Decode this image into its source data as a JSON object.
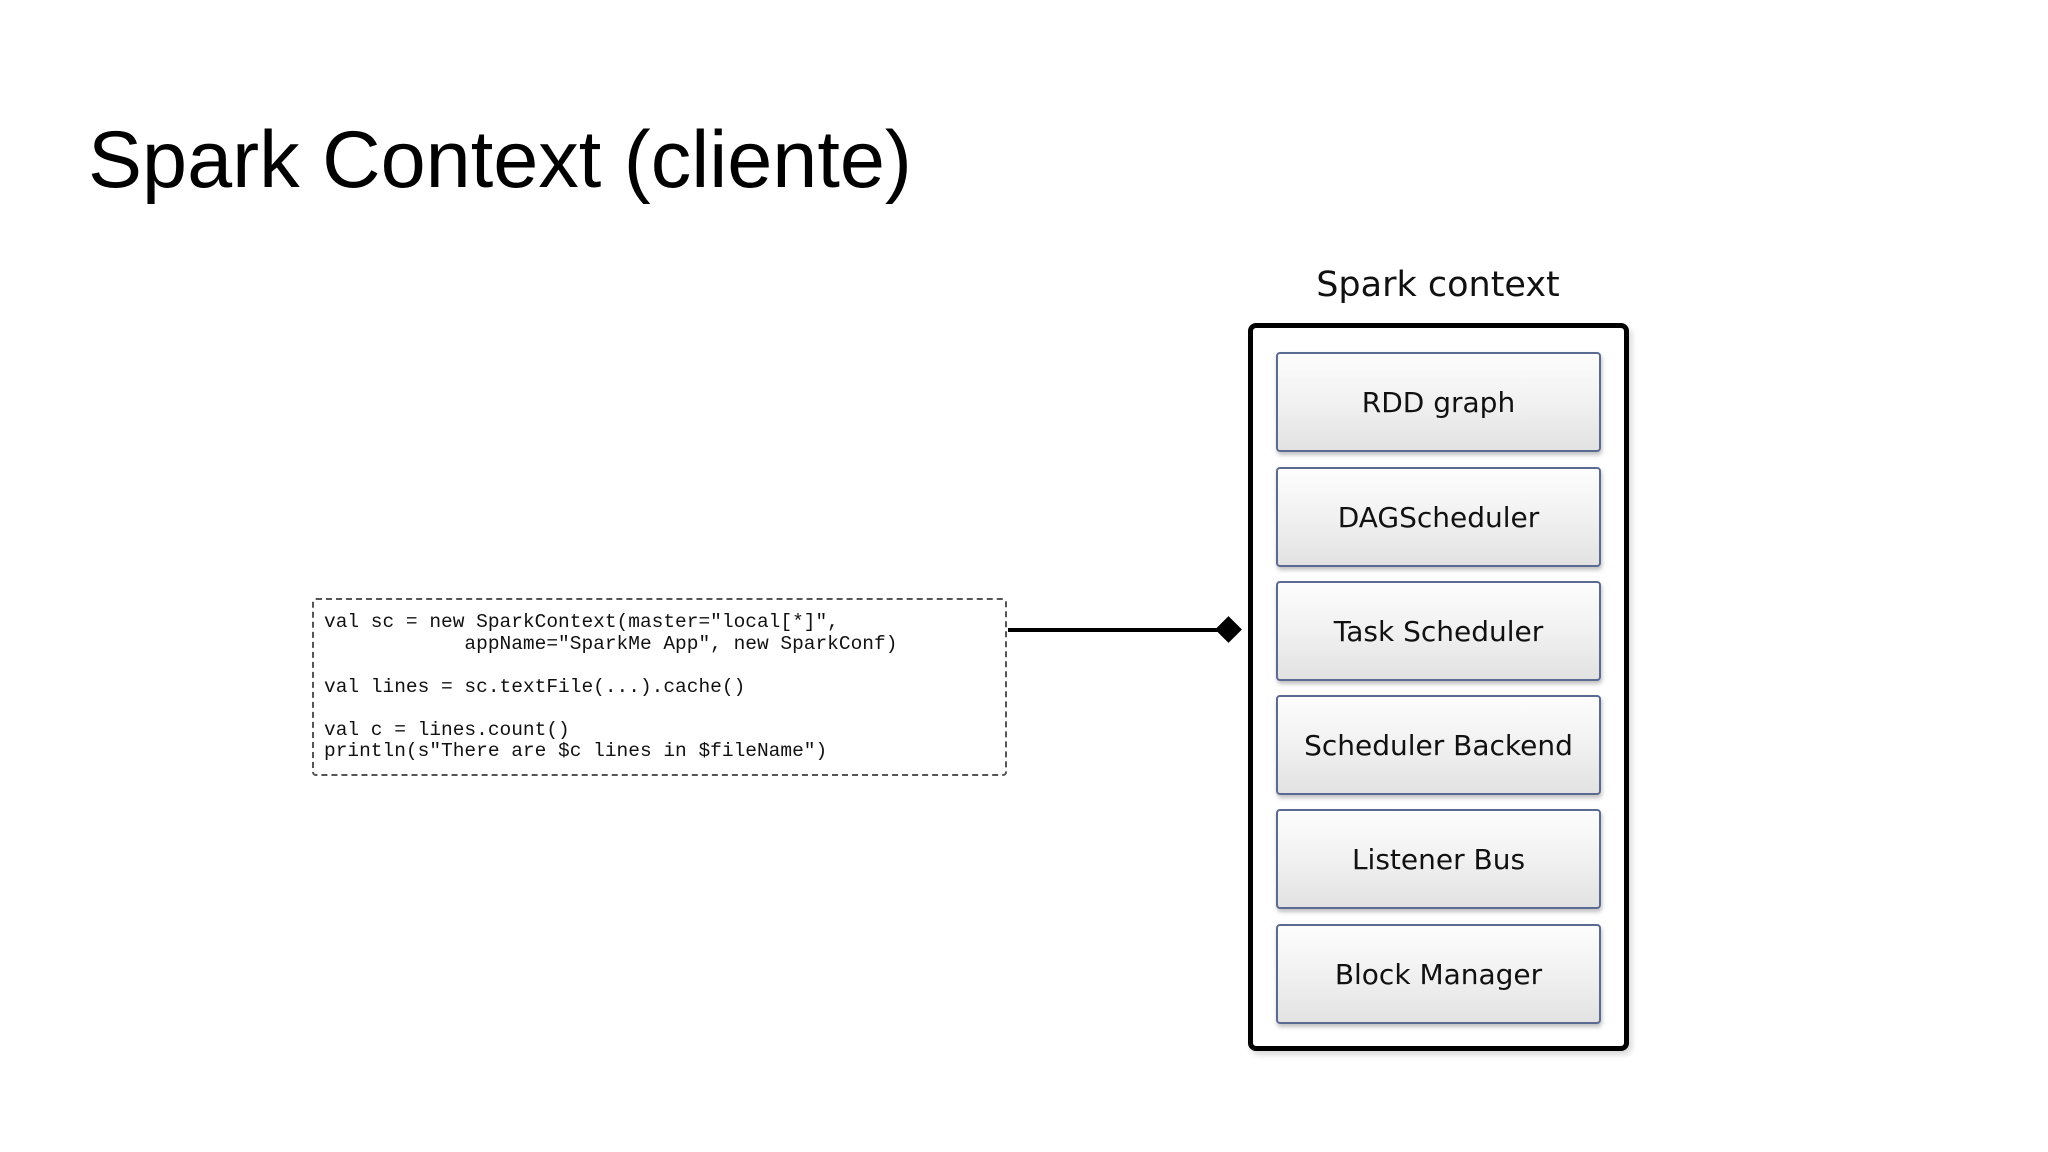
{
  "slide": {
    "title": "Spark Context (cliente)"
  },
  "code": {
    "lines": [
      "val sc = new SparkContext(master=\"local[*]\",",
      "            appName=\"SparkMe App\", new SparkConf)",
      "",
      "val lines = sc.textFile(...).cache()",
      "",
      "val c = lines.count()",
      "println(s\"There are $c lines in $fileName\")"
    ]
  },
  "diagram": {
    "context_title": "Spark context",
    "components": [
      "RDD graph",
      "DAGScheduler",
      "Task Scheduler",
      "Scheduler Backend",
      "Listener Bus",
      "Block Manager"
    ]
  }
}
